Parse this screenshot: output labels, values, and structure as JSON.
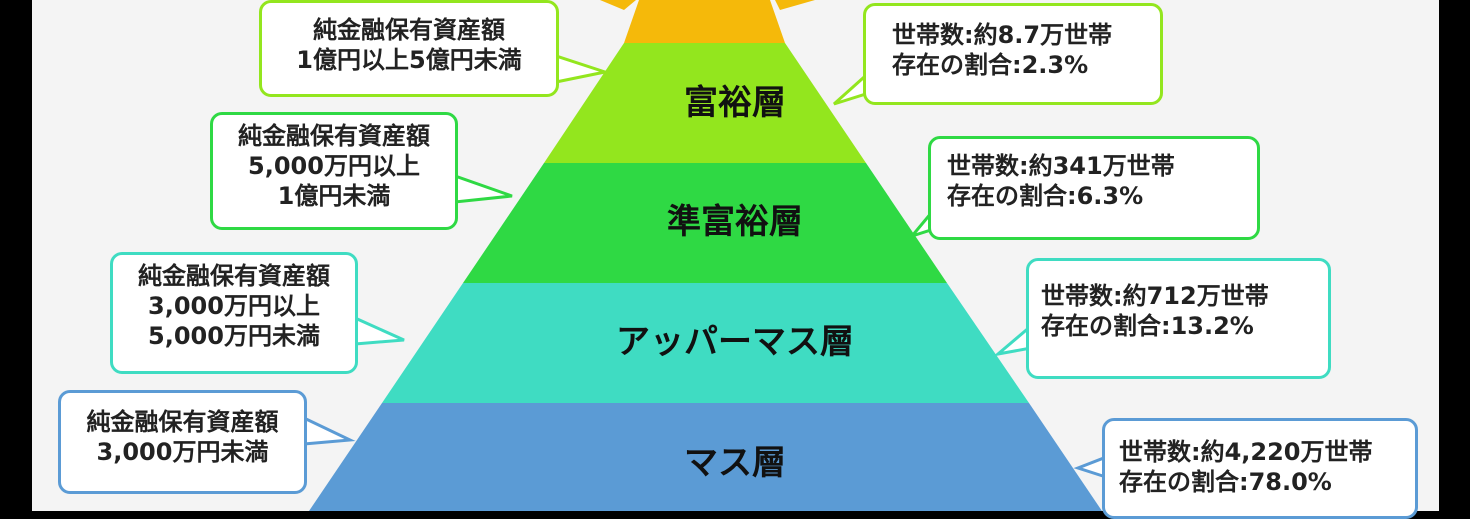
{
  "colors": {
    "tier1": "#f5b90a",
    "tier2": "#93e61e",
    "tier3": "#2fd944",
    "tier4": "#3fdcc2",
    "tier5": "#5b9bd5",
    "bubble_tier2": "#93e61e",
    "bubble_tier3": "#2fd944",
    "bubble_tier4": "#3fdcc2",
    "bubble_tier5": "#5b9bd5"
  },
  "tiers": [
    {
      "name": "富裕層",
      "assets": [
        "純金融保有資産額",
        "1億円以上5億円未満"
      ],
      "stats": [
        "世帯数:約8.7万世帯",
        "存在の割合:2.3%"
      ]
    },
    {
      "name": "準富裕層",
      "assets": [
        "純金融保有資産額",
        "5,000万円以上",
        "1億円未満"
      ],
      "stats": [
        "世帯数:約341万世帯",
        "存在の割合:6.3%"
      ]
    },
    {
      "name": "アッパーマス層",
      "assets": [
        "純金融保有資産額",
        "3,000万円以上",
        "5,000万円未満"
      ],
      "stats": [
        "世帯数:約712万世帯",
        "存在の割合:13.2%"
      ]
    },
    {
      "name": "マス層",
      "assets": [
        "純金融保有資産額",
        "3,000万円未満"
      ],
      "stats": [
        "世帯数:約4,220万世帯",
        "存在の割合:78.0%"
      ]
    }
  ]
}
